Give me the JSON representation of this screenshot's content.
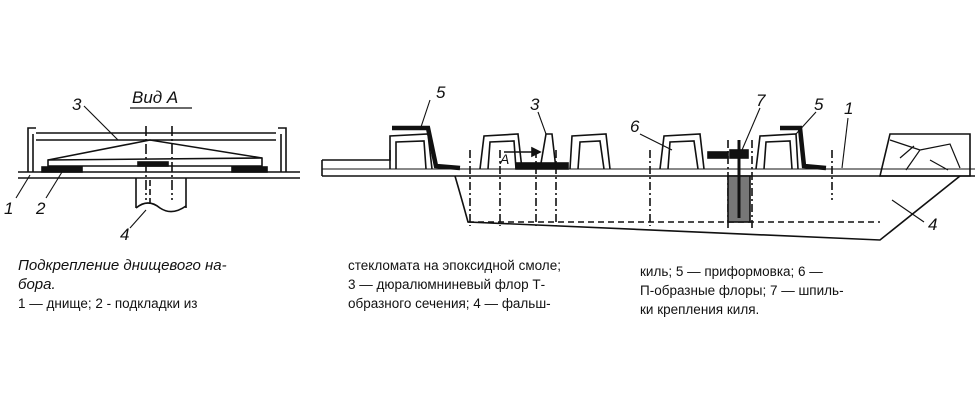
{
  "figure": {
    "view_label": "Вид А",
    "left_labels": [
      "3",
      "1",
      "2",
      "4"
    ],
    "right_labels": [
      "5",
      "3",
      "7",
      "5",
      "1",
      "6",
      "А",
      "4"
    ]
  },
  "caption": {
    "title_line1": "Подкрепление днищевого на-",
    "title_line2": "бора.",
    "col1_line3": "1 — днище;  2 - подкладки  из",
    "col2_line1": "стекломата на эпоксидной смоле;",
    "col2_line2": "3 — дюралюмниневый флор Т-",
    "col2_line3": "образного сечения; 4 — фальш-",
    "col3_line1": "киль;   5 — приформовка;   6 —",
    "col3_line2": "П-образные флоры; 7 — шпиль-",
    "col3_line3": "ки крепления киля."
  }
}
